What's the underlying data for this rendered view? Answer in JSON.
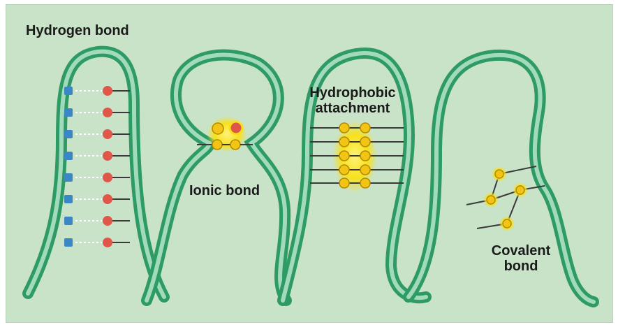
{
  "labels": {
    "hydrogen_bond": "Hydrogen bond",
    "ionic_bond": "Ionic bond",
    "hydrophobic_line1": "Hydrophobic",
    "hydrophobic_line2": "attachment",
    "covalent_line1": "Covalent",
    "covalent_line2": "bond"
  },
  "colors": {
    "background": "#c9e3c9",
    "ribbon_dark": "#2e9a64",
    "ribbon_light": "#a9e2c3",
    "hydrogen_donor": "#3b86c4",
    "hydrogen_acceptor": "#e0574a",
    "yellow_glow": "#f7e11c",
    "bond_line": "#3a3a3a"
  },
  "icons": {
    "hydrogen_donor": "blue-square-icon",
    "hydrogen_acceptor": "red-circle-icon",
    "ionic_charge": "charge-circle-icon",
    "hydrophobic_group": "yellow-circle-icon",
    "sulfur_atom": "yellow-atom-icon"
  }
}
